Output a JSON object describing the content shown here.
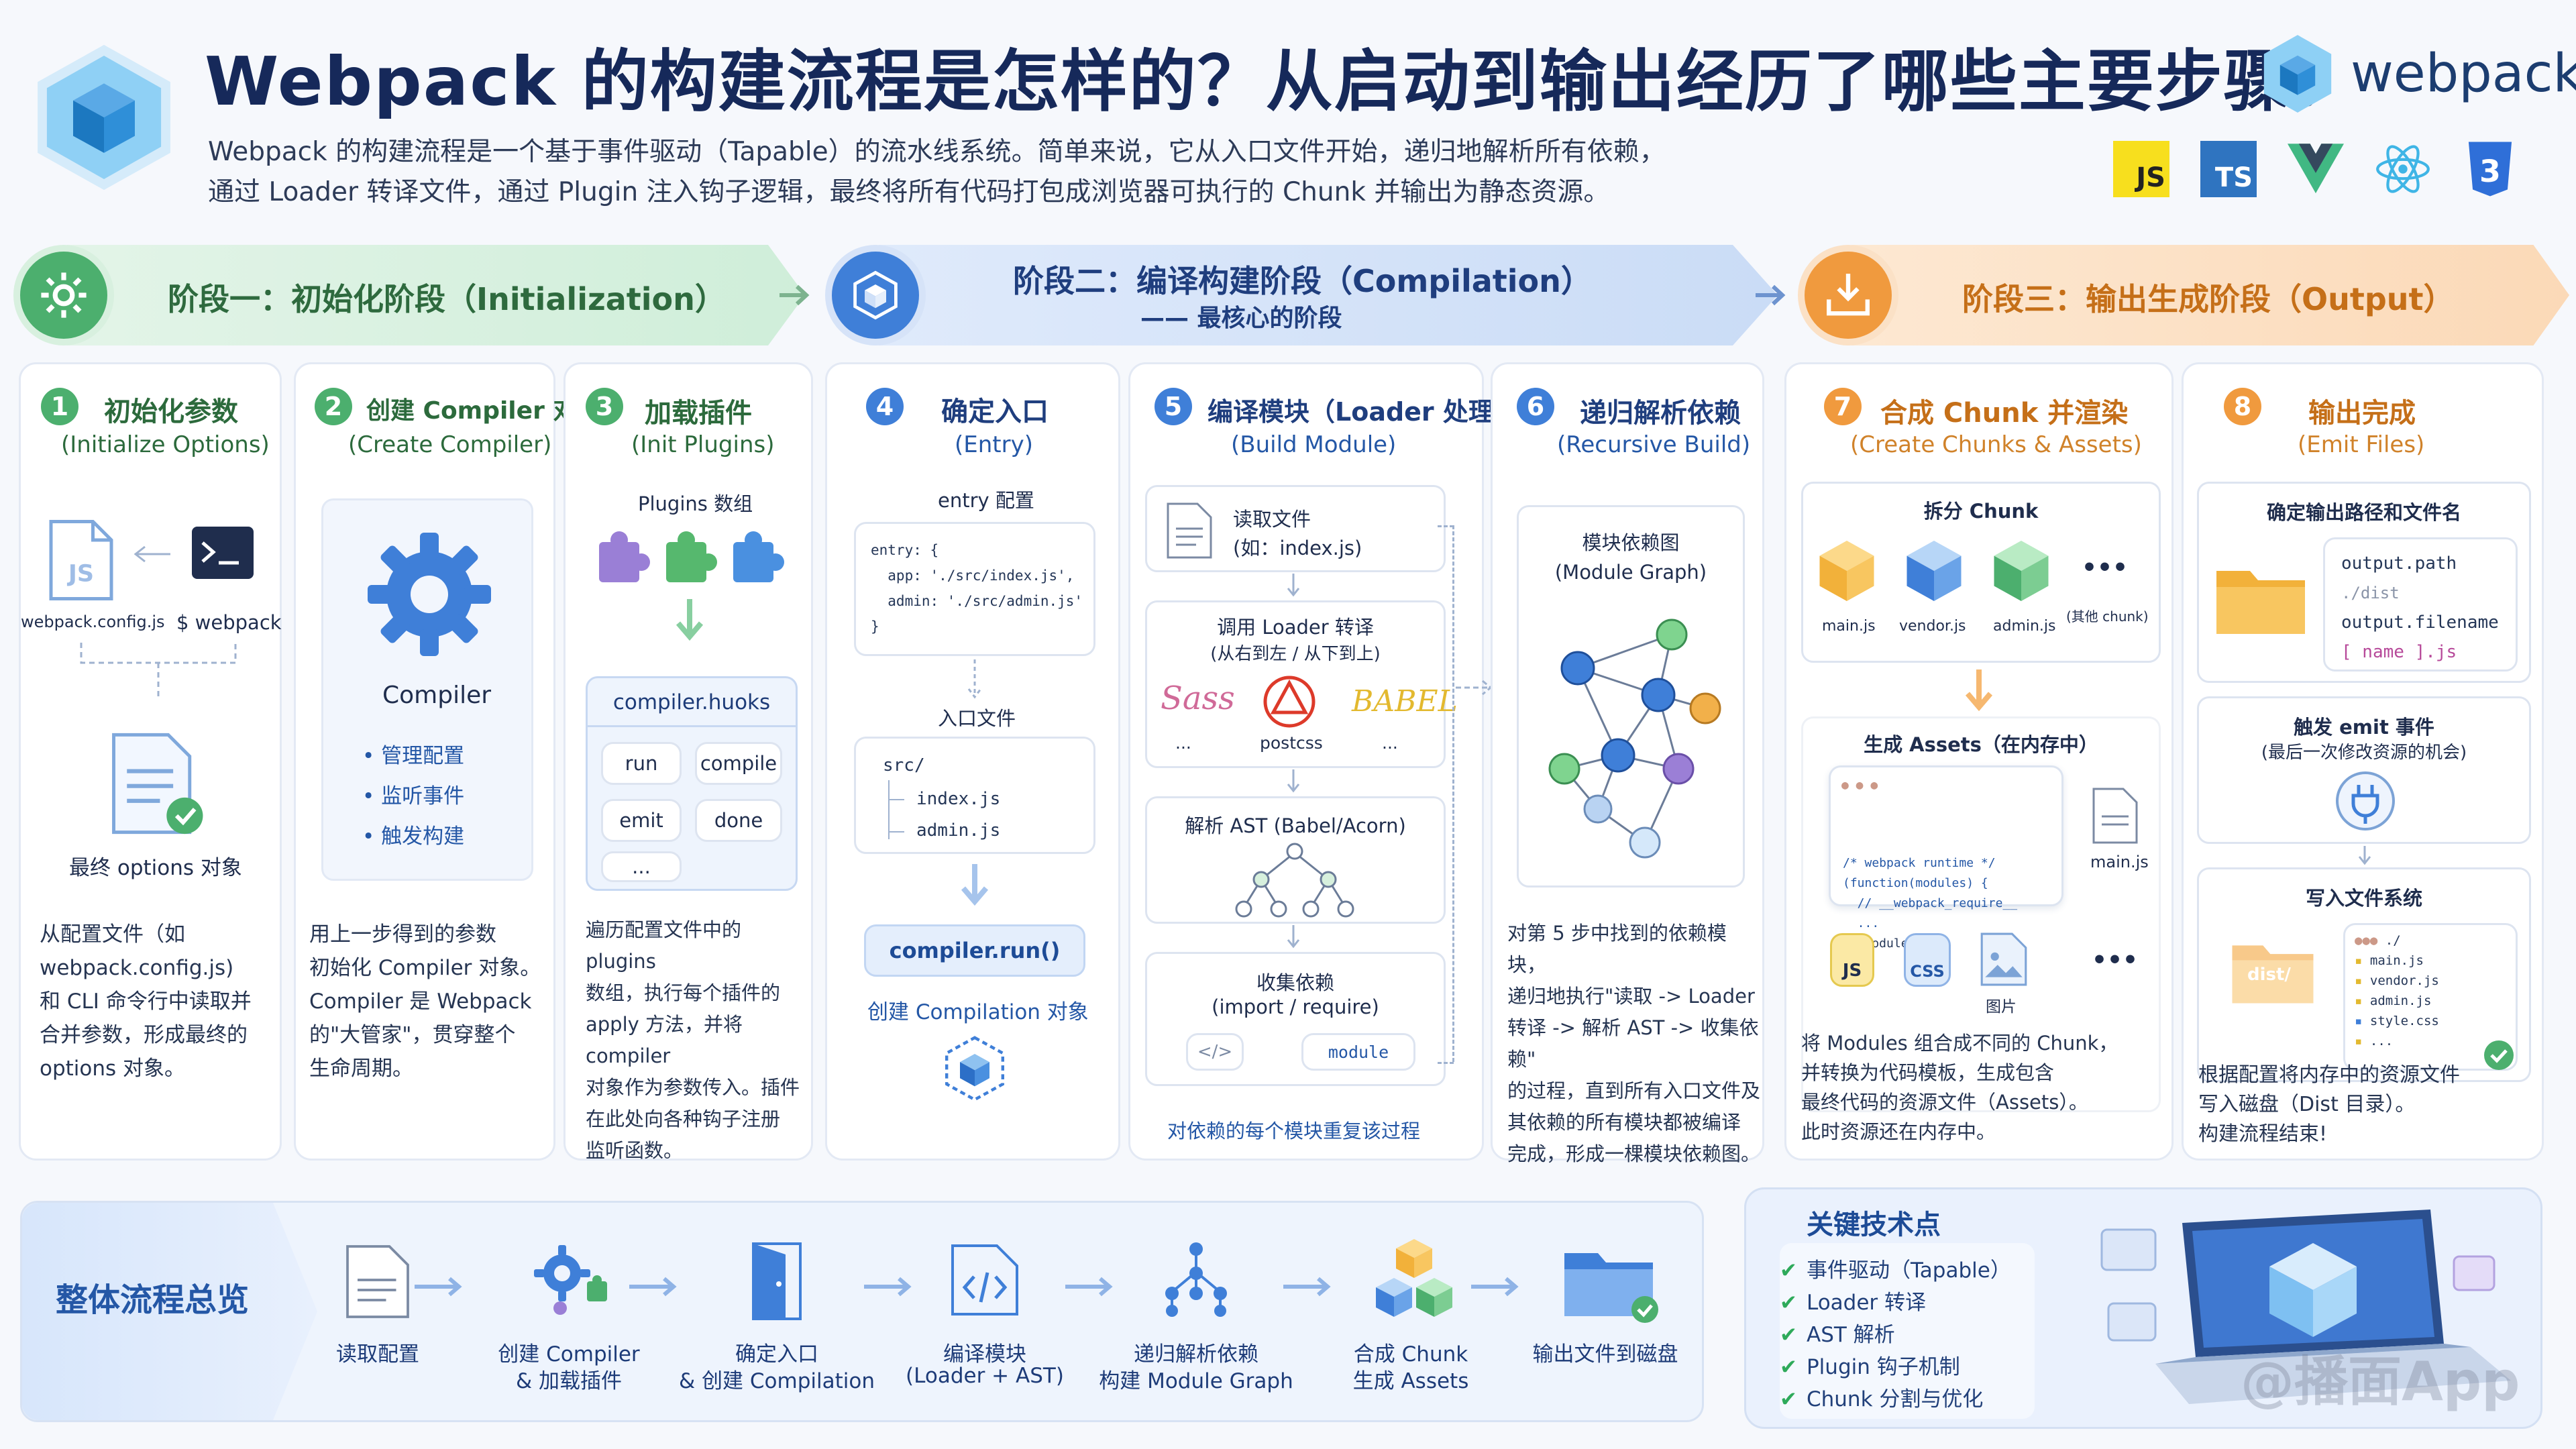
{
  "header": {
    "title": "Webpack 的构建流程是怎样的？从启动到输出经历了哪些主要步骤？",
    "desc_line1": "Webpack 的构建流程是一个基于事件驱动（Tapable）的流水线系统。简单来说，它从入口文件开始，递归地解析所有依赖，",
    "desc_line2": "通过 Loader 转译文件，通过 Plugin 注入钩子逻辑，最终将所有代码打包成浏览器可执行的 Chunk 并输出为静态资源。",
    "brand": "webpack",
    "tech_js": "JS",
    "tech_ts": "TS"
  },
  "stages": [
    {
      "label": "阶段一：初始化阶段（Initialization）"
    },
    {
      "label": "阶段二：编译构建阶段（Compilation）",
      "sub": "—— 最核心的阶段"
    },
    {
      "label": "阶段三：输出生成阶段（Output）"
    }
  ],
  "steps": {
    "s1": {
      "num": "1",
      "title": "初始化参数",
      "sub": "(Initialize Options)",
      "file1": "webpack.config.js",
      "file2": "$ webpack",
      "icon_js": "JS",
      "result": "最终 options 对象",
      "para": [
        "从配置文件（如",
        "webpack.config.js)",
        "和 CLI 命令行中读取并",
        "合并参数，形成最终的",
        "options 对象。"
      ]
    },
    "s2": {
      "num": "2",
      "title": "创建 Compiler 对象",
      "sub": "(Create Compiler)",
      "compiler": "Compiler",
      "bullets": [
        "管理配置",
        "监听事件",
        "触发构建"
      ],
      "para": [
        "用上一步得到的参数",
        "初始化 Compiler 对象。",
        "Compiler 是 Webpack",
        "的\"大管家\"，贯穿整个",
        "生命周期。"
      ]
    },
    "s3": {
      "num": "3",
      "title": "加载插件",
      "sub": "(Init Plugins)",
      "plugins_label": "Plugins 数组",
      "hooks_title": "compiler.huoks",
      "hooks": [
        "run",
        "compile",
        "emit",
        "done",
        "..."
      ],
      "para": [
        "遍历配置文件中的 plugins",
        "数组，执行每个插件的",
        "apply 方法，并将 compiler",
        "对象作为参数传入。插件",
        "在此处向各种钩子注册",
        "监听函数。"
      ]
    },
    "s4": {
      "num": "4",
      "title": "确定入口",
      "sub": "(Entry)",
      "entry_label": "entry 配置",
      "code": [
        "entry: {",
        "  app: './src/index.js',",
        "  admin: './src/admin.js'",
        "}"
      ],
      "entry_file_label": "入口文件",
      "tree": [
        "src/",
        "index.js",
        "admin.js"
      ],
      "run_btn": "compiler.run()",
      "create_label": "创建 Compilation 对象"
    },
    "s5": {
      "num": "5",
      "title": "编译模块（Loader 处理）",
      "sub": "(Build Module)",
      "read_title": "读取文件",
      "read_sub": "(如：index.js)",
      "loader_title": "调用 Loader 转译",
      "loader_sub": "(从右到左 / 从下到上)",
      "loaders": [
        "Sass",
        "postcss",
        "BABEL"
      ],
      "ellipsis_a": "...",
      "ellipsis_b": "...",
      "ast_title": "解析 AST (Babel/Acorn)",
      "dep_title": "收集依赖",
      "dep_sub": "(import / require)",
      "dep_module": "module",
      "repeat_note": "对依赖的每个模块重复该过程"
    },
    "s6": {
      "num": "6",
      "title": "递归解析依赖",
      "sub": "(Recursive Build)",
      "graph_title": "模块依赖图",
      "graph_sub": "(Module Graph)",
      "para": [
        "对第 5 步中找到的依赖模块，",
        "递归地执行\"读取 -> Loader",
        "转译 -> 解析 AST -> 收集依赖\"",
        "的过程，直到所有入口文件及",
        "其依赖的所有模块都被编译",
        "完成，形成一棵模块依赖图。"
      ]
    },
    "s7": {
      "num": "7",
      "title": "合成 Chunk 并渲染",
      "sub": "(Create Chunks & Assets)",
      "split_title": "拆分 Chunk",
      "chunks": [
        "main.js",
        "vendor.js",
        "admin.js",
        "(其他 chunk)"
      ],
      "more": "•••",
      "assets_title": "生成 Assets（在内存中）",
      "code": [
        "/* webpack runtime */",
        "(function(modules) {",
        "  // __webpack_require__",
        "  ...",
        "})(modules);"
      ],
      "mainjs": "main.js",
      "asset_js": "JS",
      "asset_css": "CSS",
      "img_label": "图片",
      "more2": "•••",
      "para": [
        "将 Modules 组合成不同的 Chunk，",
        "并转换为代码模板，生成包含",
        "最终代码的资源文件（Assets）。",
        "此时资源还在内存中。"
      ]
    },
    "s8": {
      "num": "8",
      "title": "输出完成",
      "sub": "(Emit Files)",
      "path_title": "确定输出路径和文件名",
      "path_code": [
        "output.path",
        "./dist",
        "output.filename",
        "[ name ].js"
      ],
      "emit_title": "触发 emit 事件",
      "emit_sub": "(最后一次修改资源的机会)",
      "write_title": "写入文件系统",
      "dist": "dist/",
      "files": [
        "./",
        "main.js",
        "vendor.js",
        "admin.js",
        "style.css",
        "..."
      ],
      "para": [
        "根据配置将内存中的资源文件",
        "写入磁盘（Dist 目录）。",
        "构建流程结束!"
      ]
    }
  },
  "overview": {
    "title": "整体流程总览",
    "items": [
      {
        "l1": "读取配置",
        "l2": ""
      },
      {
        "l1": "创建 Compiler",
        "l2": "& 加载插件"
      },
      {
        "l1": "确定入口",
        "l2": "& 创建 Compilation"
      },
      {
        "l1": "编译模块",
        "l2": "(Loader + AST)"
      },
      {
        "l1": "递归解析依赖",
        "l2": "构建 Module Graph"
      },
      {
        "l1": "合成 Chunk",
        "l2": "生成 Assets"
      },
      {
        "l1": "输出文件到磁盘",
        "l2": ""
      }
    ]
  },
  "keypoints": {
    "title": "关键技术点",
    "items": [
      "事件驱动（Tapable）",
      "Loader 转译",
      "AST 解析",
      "Plugin 钩子机制",
      "Chunk 分割与优化"
    ]
  },
  "watermark": "@播面App",
  "colors": {
    "green": "#4caf6e",
    "blue": "#3f7fd8",
    "orange": "#f09a3e"
  }
}
